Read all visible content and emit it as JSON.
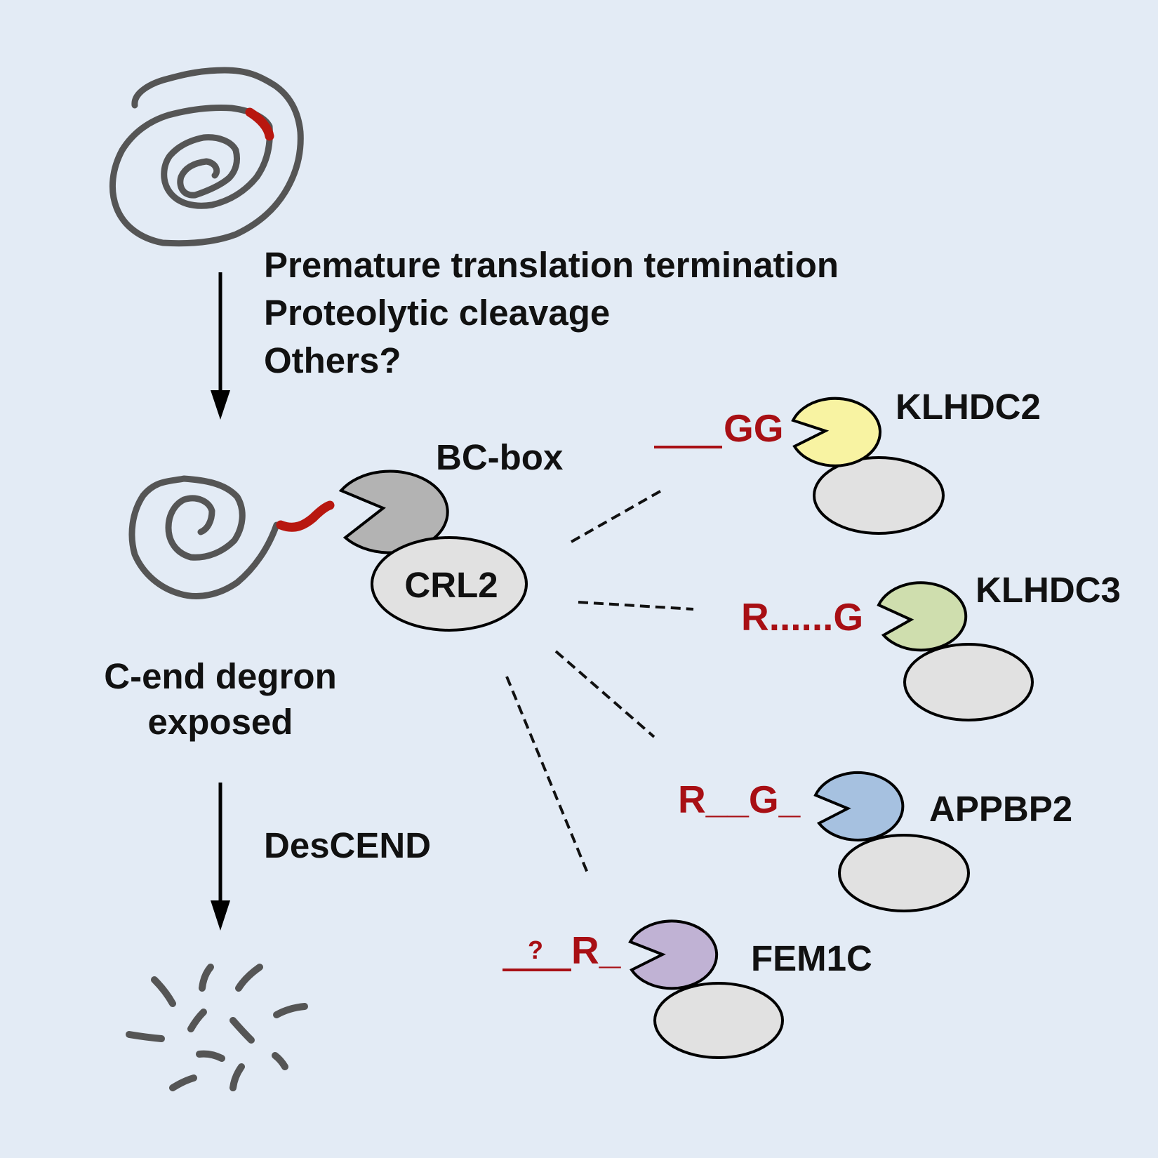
{
  "steps": {
    "mechanisms": [
      "Premature translation termination",
      "Proteolytic cleavage",
      "Others?"
    ],
    "exposed": [
      "C-end degron",
      "exposed"
    ],
    "pathway": "DesCEND"
  },
  "complex": {
    "adaptor": "BC-box",
    "ligase": "CRL2"
  },
  "receptors": [
    {
      "name": "KLHDC2",
      "motif": "GG",
      "color": "#f8f3a2"
    },
    {
      "name": "KLHDC3",
      "motif": "R......G",
      "color": "#cfdeae"
    },
    {
      "name": "APPBP2",
      "motif": "R__G_",
      "color": "#a6c1e0"
    },
    {
      "name": "FEM1C",
      "motif_q": "?",
      "motif": "R_",
      "color": "#c0b2d4"
    }
  ],
  "colors": {
    "background": "#e3ebf5",
    "protein": "#555555",
    "degron": "#b8170f",
    "motif_text": "#a80f14",
    "bc_box": "#b3b3b3",
    "ligase": "#e1e1e1"
  }
}
